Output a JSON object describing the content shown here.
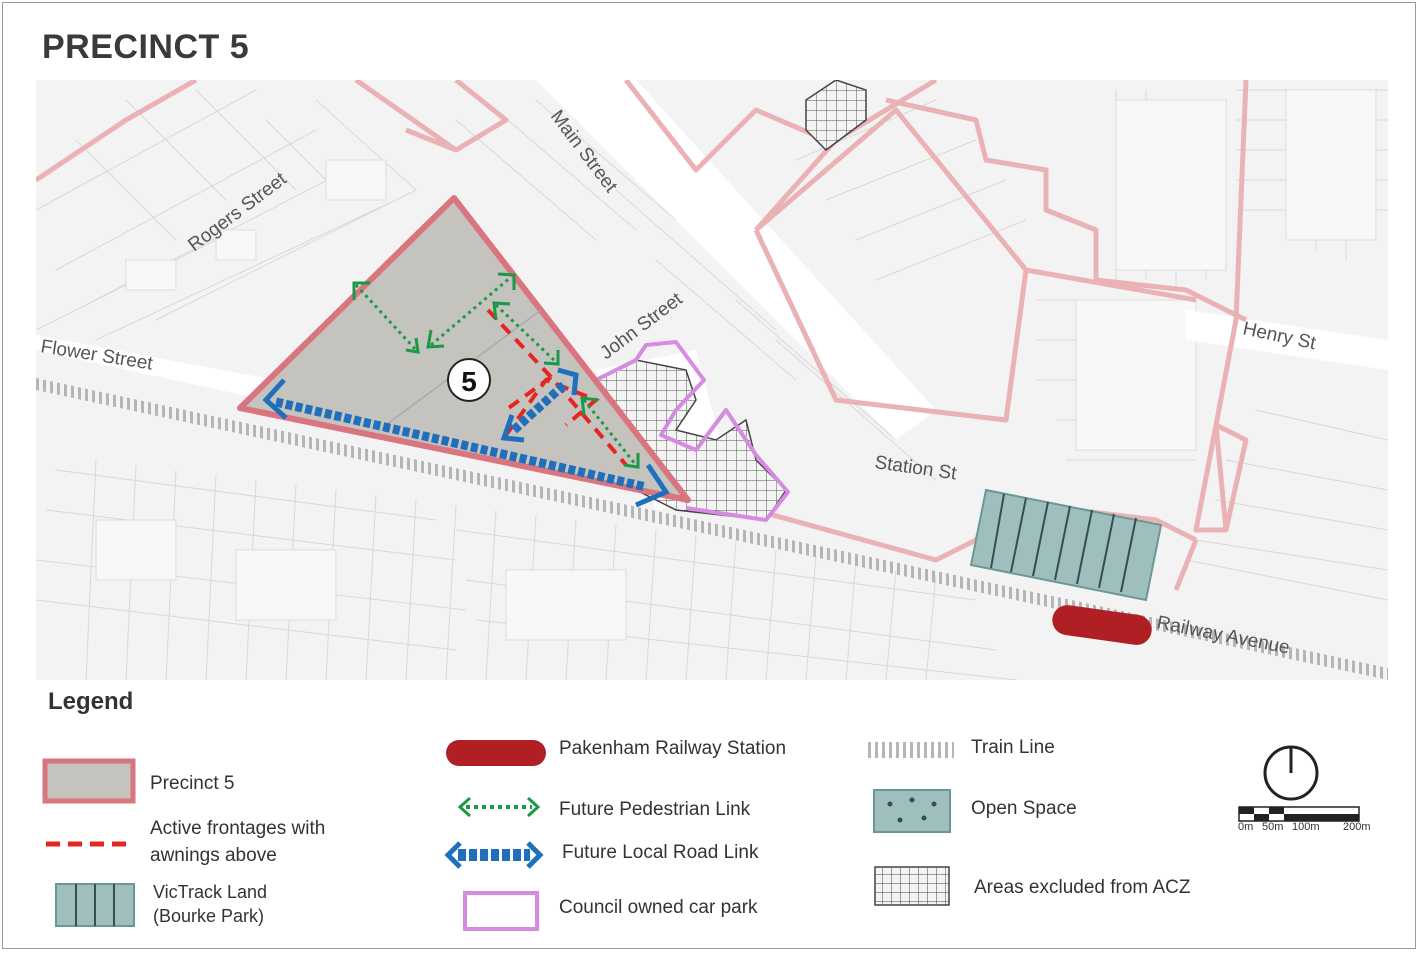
{
  "title": "PRECINCT 5",
  "precinct_number": "5",
  "streets": {
    "rogers": "Rogers Street",
    "main": "Main Street",
    "john": "John Street",
    "flower": "Flower Street",
    "henry": "Henry St",
    "station": "Station St",
    "railway": "Railway Avenue"
  },
  "legend": {
    "title": "Legend",
    "precinct": "Precinct 5",
    "active_line1": "Active frontages with",
    "active_line2": "awnings above",
    "victrack_line1": "VicTrack Land",
    "victrack_line2": "(Bourke Park)",
    "station": "Pakenham Railway Station",
    "ped_link": "Future Pedestrian Link",
    "road_link": "Future Local Road Link",
    "car_park": "Council owned car park",
    "train_line": "Train Line",
    "open_space": "Open Space",
    "excluded": "Areas excluded from ACZ"
  },
  "scale_bar": {
    "labels": [
      "0m",
      "50m",
      "100m",
      "200m"
    ]
  },
  "colors": {
    "precinct_fill": "#c4c3be",
    "precinct_border": "#d9757e",
    "boundary_pink": "#ebb2b5",
    "active_red": "#e52521",
    "ped_green": "#1a9a46",
    "road_blue": "#1f6fbd",
    "car_park_purple": "#d48be0",
    "station_red": "#b01f24",
    "open_space": "#9fbfbe",
    "victrack": "#9fbfbe"
  },
  "icons": {
    "north_arrow": "north-arrow-icon"
  }
}
